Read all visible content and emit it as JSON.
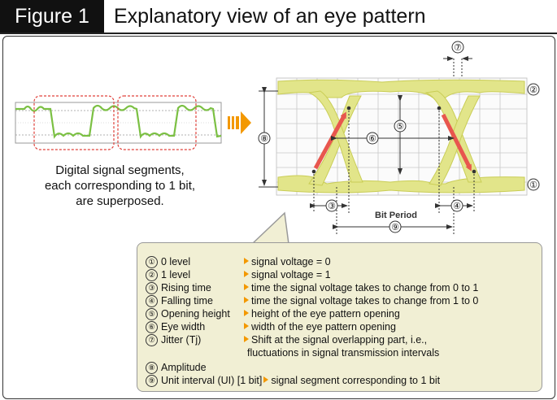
{
  "figure": {
    "label": "Figure 1",
    "title": "Explanatory view of an eye pattern"
  },
  "segments_caption": [
    "Digital signal segments,",
    "each corresponding to 1 bit,",
    "are superposed."
  ],
  "diagram": {
    "bit_period_label": "Bit Period",
    "markers": [
      "①",
      "②",
      "③",
      "④",
      "⑤",
      "⑥",
      "⑦",
      "⑧",
      "⑨"
    ]
  },
  "legend": [
    {
      "num": "①",
      "term": "0 level",
      "definition": "signal voltage = 0"
    },
    {
      "num": "②",
      "term": "1 level",
      "definition": "signal voltage = 1"
    },
    {
      "num": "③",
      "term": "Rising time",
      "definition": "time the signal voltage takes to change from 0 to 1"
    },
    {
      "num": "④",
      "term": "Falling time",
      "definition": "time the signal voltage takes to change from 1 to 0"
    },
    {
      "num": "⑤",
      "term": "Opening height",
      "definition": "height of the eye pattern opening"
    },
    {
      "num": "⑥",
      "term": "Eye width",
      "definition": "width of the eye pattern opening"
    },
    {
      "num": "⑦",
      "term": "Jitter (Tj)",
      "definition": "Shift at the signal overlapping part, i.e.,",
      "definition_cont": "fluctuations in signal transmission intervals"
    },
    {
      "num": "⑧",
      "term": "Amplitude",
      "definition": ""
    },
    {
      "num": "⑨",
      "term": "Unit interval (UI) [1 bit]",
      "definition": "signal segment corresponding to 1 bit"
    }
  ],
  "colors": {
    "eye_fill": "#e2e58a",
    "eye_stroke": "#c9cd55",
    "signal": "#7bc043",
    "dashed_box": "#e0403a",
    "arrow_red": "#e8564e",
    "grid": "#c8c8c8",
    "orange": "#f39800",
    "legend_bg": "#f1efd4"
  }
}
